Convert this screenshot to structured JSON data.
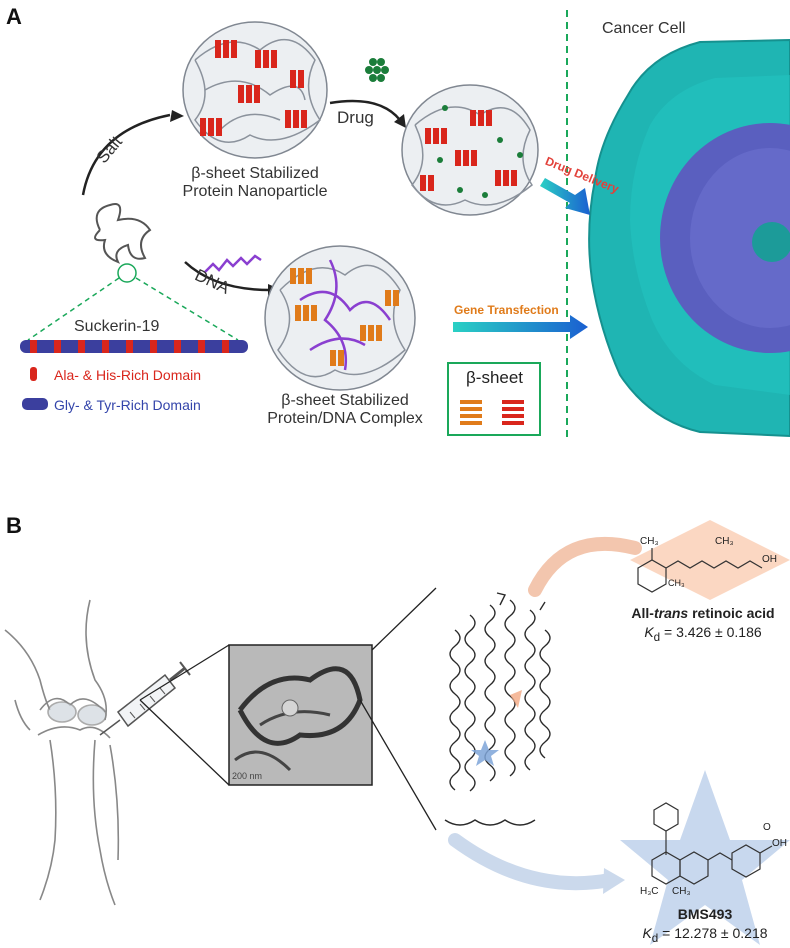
{
  "panel_a": {
    "letter": "A",
    "cancer_cell": "Cancer Cell",
    "salt": "Salt",
    "drug": "Drug",
    "dna": "DNA",
    "np_label_line1": "β-sheet Stabilized",
    "np_label_line2": "Protein Nanoparticle",
    "complex_label_line1": "β-sheet Stabilized",
    "complex_label_line2": "Protein/DNA Complex",
    "suckerin": "Suckerin-19",
    "legend_ala": "Ala- & His-Rich Domain",
    "legend_gly": "Gly- & Tyr-Rich Domain",
    "drug_delivery": "Drug Delivery",
    "gene_transfection": "Gene Transfection",
    "beta_sheet_box": "β-sheet",
    "colors": {
      "teal": "#1fb5b3",
      "purple_blue": "#5a5fbf",
      "red": "#d9261c",
      "orange": "#e07b1a",
      "green": "#1aa85a"
    }
  },
  "panel_b": {
    "letter": "B",
    "retinoic_name_pre": "All-",
    "retinoic_name_trans": "trans",
    "retinoic_name_post": " retinoic acid",
    "retinoic_kd_sym": "K",
    "retinoic_kd_sub": "d",
    "retinoic_kd_val": " = 3.426 ± 0.186",
    "bms_name_pre": "BMS",
    "bms_name_post": "493",
    "bms_kd_sym": "K",
    "bms_kd_sub": "d",
    "bms_kd_val": " = 12.278 ± 0.218",
    "chem_ch3": "CH₃",
    "chem_oh": "OH",
    "chem_o": "O",
    "chem_h3c": "H₃C",
    "scale_bar": "200 nm"
  }
}
